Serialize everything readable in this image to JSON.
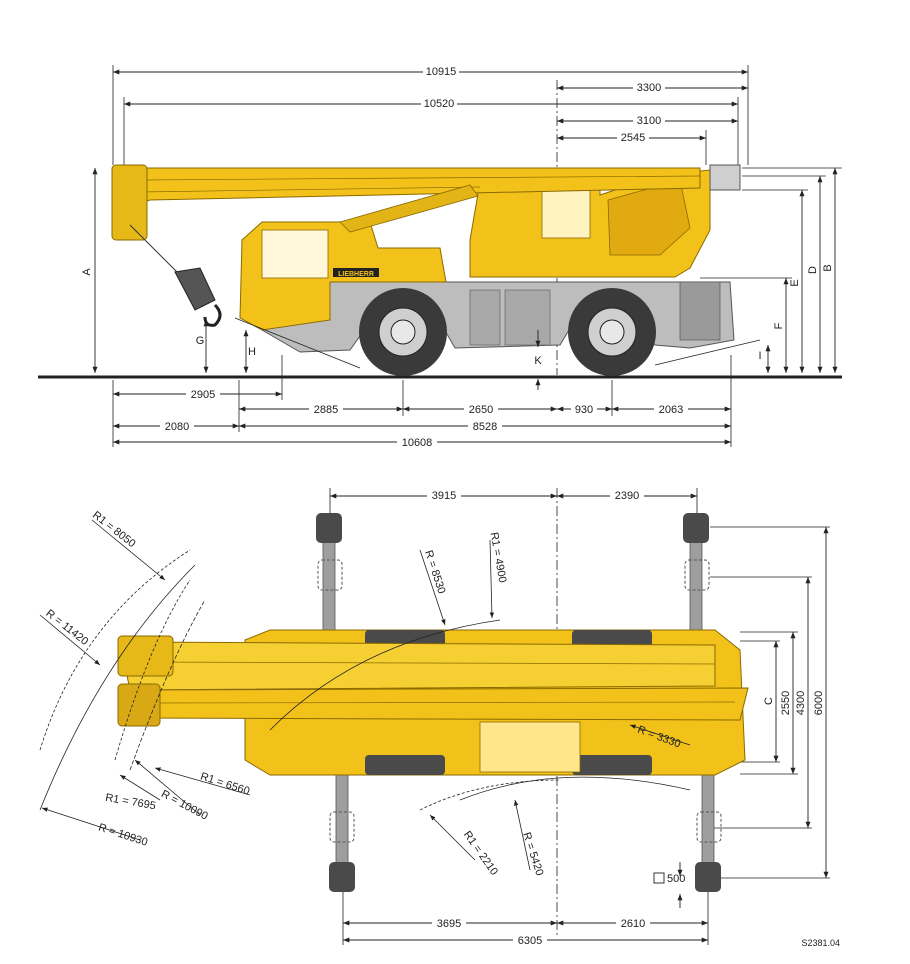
{
  "colors": {
    "crane_yellow": "#f3c21a",
    "crane_dark": "#c99a0a",
    "chassis_gray": "#b8b8b8",
    "tire_dark": "#3a3a3a",
    "line": "#222222"
  },
  "side_view": {
    "top_dims": [
      "10915",
      "10520",
      "3300",
      "3100",
      "2545"
    ],
    "bottom_dims": [
      "2905",
      "2885",
      "2650",
      "930",
      "2063",
      "2080",
      "8528",
      "10608"
    ],
    "height_labels": [
      "A",
      "B",
      "D",
      "E",
      "F",
      "G",
      "H",
      "I",
      "K"
    ],
    "brand": "LIEBHERR"
  },
  "top_view": {
    "top_dims": [
      "3915",
      "2390"
    ],
    "bottom_dims": [
      "3695",
      "2610",
      "6305"
    ],
    "right_dims": [
      "C",
      "2550",
      "4300",
      "6000"
    ],
    "pad_label": "500",
    "radii": [
      "R1 = 8050",
      "R = 11420",
      "R = 8530",
      "R1 = 4900",
      "R1 = 6560",
      "R1 = 7695",
      "R = 10090",
      "R = 10930",
      "R = 3330",
      "R1 = 2210",
      "R = 5420"
    ]
  },
  "drawing_code": "S2381.04"
}
